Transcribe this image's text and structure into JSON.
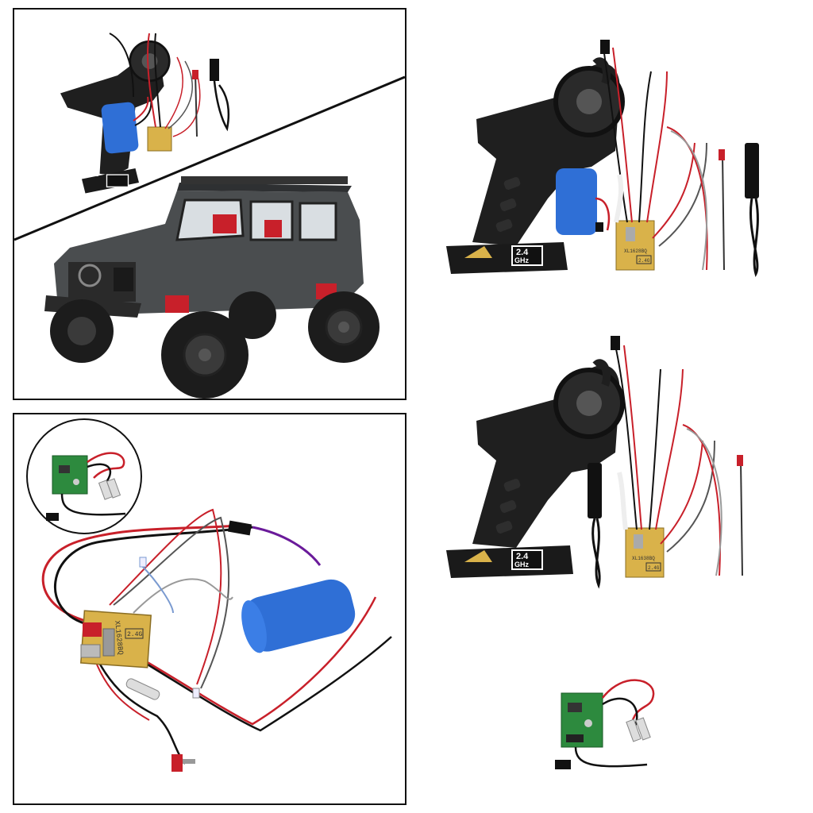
{
  "labels": {
    "band_top": "2.4",
    "band_bottom": "GHz",
    "board_model_a": "XL1628BQ",
    "board_model_b": "XL1638BQ",
    "board_freq": "2.4G"
  },
  "colors": {
    "transmitter": "#1f1f1f",
    "battery": "#2f6fd6",
    "board_yellow": "#d9b24a",
    "board_green": "#2d8a3e",
    "truck_body": "#4a4d4f",
    "accent_red": "#c8202a",
    "frame": "#111111"
  }
}
